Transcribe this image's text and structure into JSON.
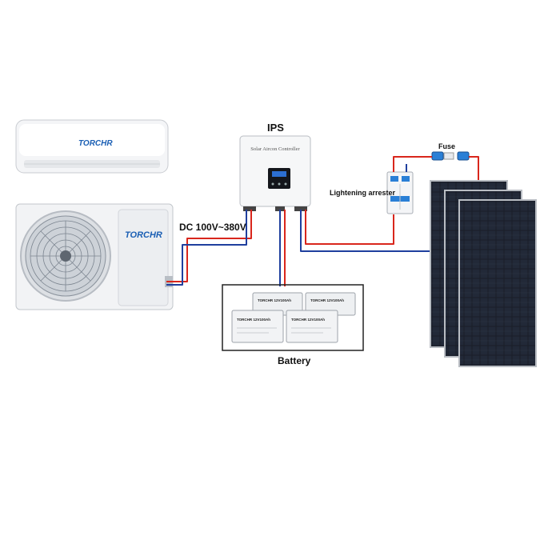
{
  "labels": {
    "ips": "IPS",
    "dc_voltage": "DC 100V~380V",
    "lightening_arrester": "Lightening arrester",
    "fuse": "Fuse",
    "battery": "Battery"
  },
  "indoor_unit": {
    "brand": "TORCHR"
  },
  "outdoor_unit": {
    "brand": "TORCHR"
  },
  "controller": {
    "text": "Solar Aircon Controller"
  },
  "batteries": [
    {
      "brand": "TORCHR",
      "rating": "12V100Ah"
    },
    {
      "brand": "TORCHR",
      "rating": "12V100Ah"
    },
    {
      "brand": "TORCHR",
      "rating": "12V100Ah"
    },
    {
      "brand": "TORCHR",
      "rating": "12V100Ah"
    }
  ],
  "colors": {
    "positive_wire": "#d9261c",
    "negative_wire": "#1f3f9e",
    "panel_cell": "#1a1f2a",
    "brand_blue": "#1b5fb4"
  }
}
